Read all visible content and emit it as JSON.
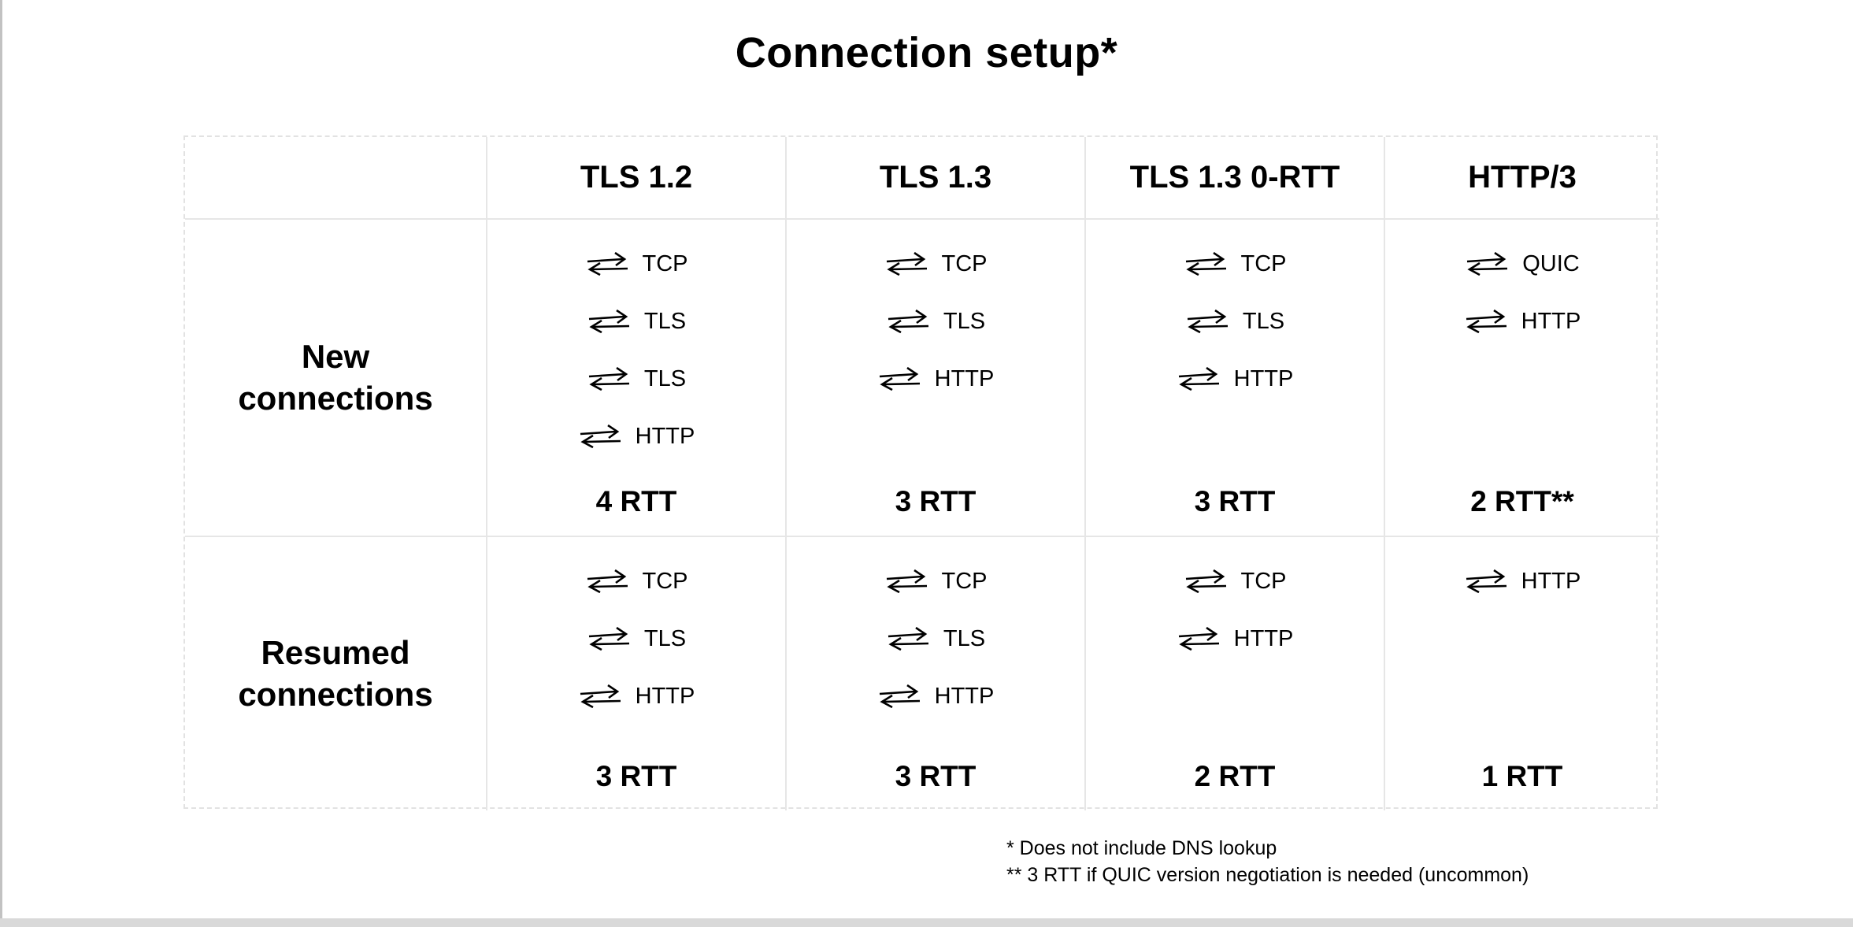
{
  "title": "Connection setup*",
  "colors": {
    "background": "#ffffff",
    "text": "#000000",
    "table_border": "#e6e6e6",
    "window_edge": "#c2c2c2",
    "bottom_bar": "#d9d9d9"
  },
  "icons": {
    "step_icon": "exchange-arrows-icon"
  },
  "table": {
    "columns": [
      "",
      "TLS 1.2",
      "TLS 1.3",
      "TLS 1.3 0-RTT",
      "HTTP/3"
    ],
    "rows": [
      {
        "label": "New\nconnections",
        "cells": [
          {
            "steps": [
              "TCP",
              "TLS",
              "TLS",
              "HTTP"
            ],
            "rtt": "4 RTT"
          },
          {
            "steps": [
              "TCP",
              "TLS",
              "HTTP"
            ],
            "rtt": "3 RTT"
          },
          {
            "steps": [
              "TCP",
              "TLS",
              "HTTP"
            ],
            "rtt": "3 RTT"
          },
          {
            "steps": [
              "QUIC",
              "HTTP"
            ],
            "rtt": "2 RTT**"
          }
        ]
      },
      {
        "label": "Resumed\nconnections",
        "cells": [
          {
            "steps": [
              "TCP",
              "TLS",
              "HTTP"
            ],
            "rtt": "3 RTT"
          },
          {
            "steps": [
              "TCP",
              "TLS",
              "HTTP"
            ],
            "rtt": "3 RTT"
          },
          {
            "steps": [
              "TCP",
              "HTTP"
            ],
            "rtt": "2 RTT"
          },
          {
            "steps": [
              "HTTP"
            ],
            "rtt": "1 RTT"
          }
        ]
      }
    ]
  },
  "footnotes": [
    "* Does not include DNS lookup",
    "** 3 RTT if QUIC version negotiation is needed (uncommon)"
  ]
}
